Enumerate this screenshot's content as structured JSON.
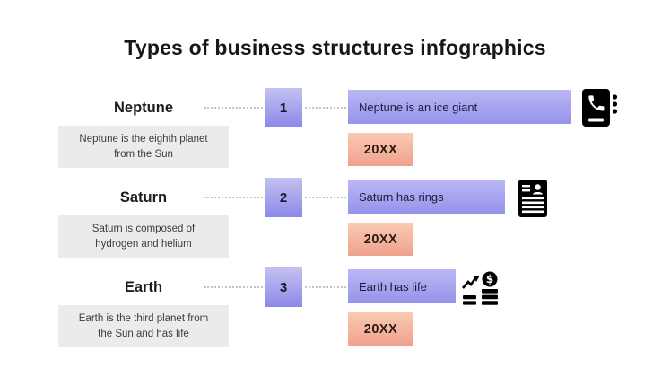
{
  "title": "Types of business structures infographics",
  "colors": {
    "background": "#ffffff",
    "title_text": "#171717",
    "description_box": "#ebebeb",
    "description_text": "#3c3c3c",
    "accent_purple_top": "#bab7f3",
    "accent_purple_bottom": "#8b89e8",
    "accent_salmon_top": "#f9cab2",
    "accent_salmon_bottom": "#efa28d",
    "icon_black": "#000000",
    "connector_dots": "#c4c4c4"
  },
  "rows": [
    {
      "name": "Neptune",
      "description": "Neptune is the eighth planet from the Sun",
      "number": "1",
      "fact": "Neptune is an ice giant",
      "year": "20XX",
      "icon": "contact-book-icon"
    },
    {
      "name": "Saturn",
      "description": "Saturn is composed of hydrogen and helium",
      "number": "2",
      "fact": "Saturn has rings",
      "year": "20XX",
      "icon": "resume-icon"
    },
    {
      "name": "Earth",
      "description": "Earth is the third planet from the Sun and has life",
      "number": "3",
      "fact": "Earth has life",
      "year": "20XX",
      "icon": "money-growth-icon"
    }
  ]
}
